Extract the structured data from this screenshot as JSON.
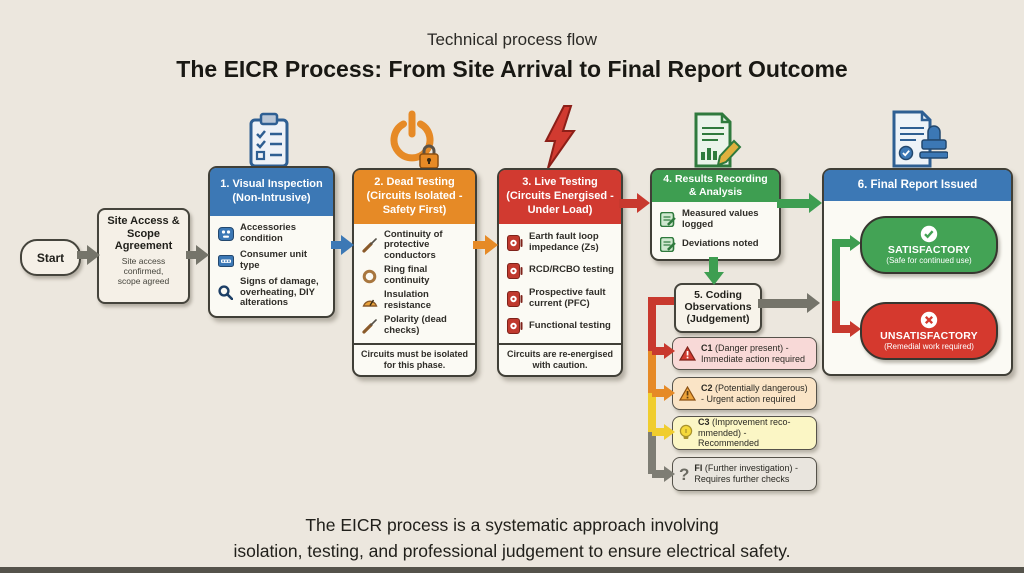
{
  "header": {
    "subtitle": "Technical process flow",
    "title": "The EICR Process: From Site Arrival to Final Report Outcome"
  },
  "footer": {
    "caption": "The EICR process is a systematic approach involving\nisolation, testing, and professional judgement to ensure electrical safety."
  },
  "colors": {
    "background": "#ece7de",
    "stage_blue": "#3c78b5",
    "stage_orange": "#e68a26",
    "stage_red": "#d13a30",
    "stage_green": "#3e9e51",
    "arrow_gray": "#75746a",
    "code_yellow": "#f0cd2e",
    "satisfactory_green": "#43a355",
    "unsatisfactory_red": "#d5392e",
    "c1_bg": "#f8d9d7",
    "c2_bg": "#fae4c6",
    "c3_bg": "#fbf6c5",
    "fi_bg": "#e9e5de"
  },
  "start": {
    "label": "Start"
  },
  "site_box": {
    "title": "Site Access &\nScope\nAgreement",
    "subtitle": "Site access\nconfirmed,\nscope agreed"
  },
  "stages": {
    "s1": {
      "title": "1. Visual Inspection\n(Non-Intrusive)",
      "icon": "clipboard-checklist-icon",
      "items": [
        {
          "icon": "socket-icon",
          "text": "Accessories\ncondition"
        },
        {
          "icon": "consumer-unit-icon",
          "text": "Consumer unit type"
        },
        {
          "icon": "magnifier-icon",
          "text": "Signs of damage,\noverheating, DIY\nalterations"
        }
      ]
    },
    "s2": {
      "title": "2. Dead Testing\n(Circuits Isolated -\nSafety First)",
      "icon": "power-lock-icon",
      "items": [
        {
          "icon": "probe-icon",
          "text": "Continuity of\nprotective conductors"
        },
        {
          "icon": "ring-icon",
          "text": "Ring final continuity"
        },
        {
          "icon": "gauge-icon",
          "text": "Insulation resistance"
        },
        {
          "icon": "probe-icon",
          "text": "Polarity (dead\nchecks)"
        }
      ],
      "note": "Circuits must be isolated\nfor this phase."
    },
    "s3": {
      "title": "3. Live Testing\n(Circuits Energised -\nUnder Load)",
      "icon": "lightning-icon",
      "items": [
        {
          "icon": "multimeter-icon",
          "text": "Earth fault loop\nimpedance (Zs)"
        },
        {
          "icon": "multimeter-icon",
          "text": "RCD/RCBO testing"
        },
        {
          "icon": "multimeter-icon",
          "text": "Prospective fault\ncurrent (PFC)"
        },
        {
          "icon": "multimeter-icon",
          "text": "Functional testing"
        }
      ],
      "note": "Circuits are re-energised\nwith caution."
    },
    "s4": {
      "title": "4. Results Recording\n& Analysis",
      "icon": "document-pencil-icon",
      "items": [
        {
          "icon": "note-pencil-icon",
          "text": "Measured values logged"
        },
        {
          "icon": "note-pencil-icon",
          "text": "Deviations noted"
        }
      ]
    },
    "s5": {
      "title": "5. Coding\nObservations\n(Judgement)"
    },
    "s6": {
      "title": "6. Final Report Issued",
      "icon": "document-stamp-icon",
      "satisfactory": {
        "icon": "check-circle-icon",
        "label": "SATISFACTORY",
        "sub": "(Safe for continued use)"
      },
      "unsatisfactory": {
        "icon": "x-circle-icon",
        "label": "UNSATISFACTORY",
        "sub": "(Remedial work required)"
      }
    }
  },
  "codes": [
    {
      "code": "C1",
      "icon": "warning-triangle-red-icon",
      "text": "(Danger present) -\nImmediate action required"
    },
    {
      "code": "C2",
      "icon": "warning-triangle-orange-icon",
      "text": "(Potentially dangerous)\n- Urgent action required"
    },
    {
      "code": "C3",
      "icon": "lightbulb-icon",
      "text": "(Improvement reco-\nmmended) - Recommended"
    },
    {
      "code": "FI",
      "icon": "question-mark-icon",
      "text": "(Further investigation) -\nRequires further checks"
    }
  ]
}
